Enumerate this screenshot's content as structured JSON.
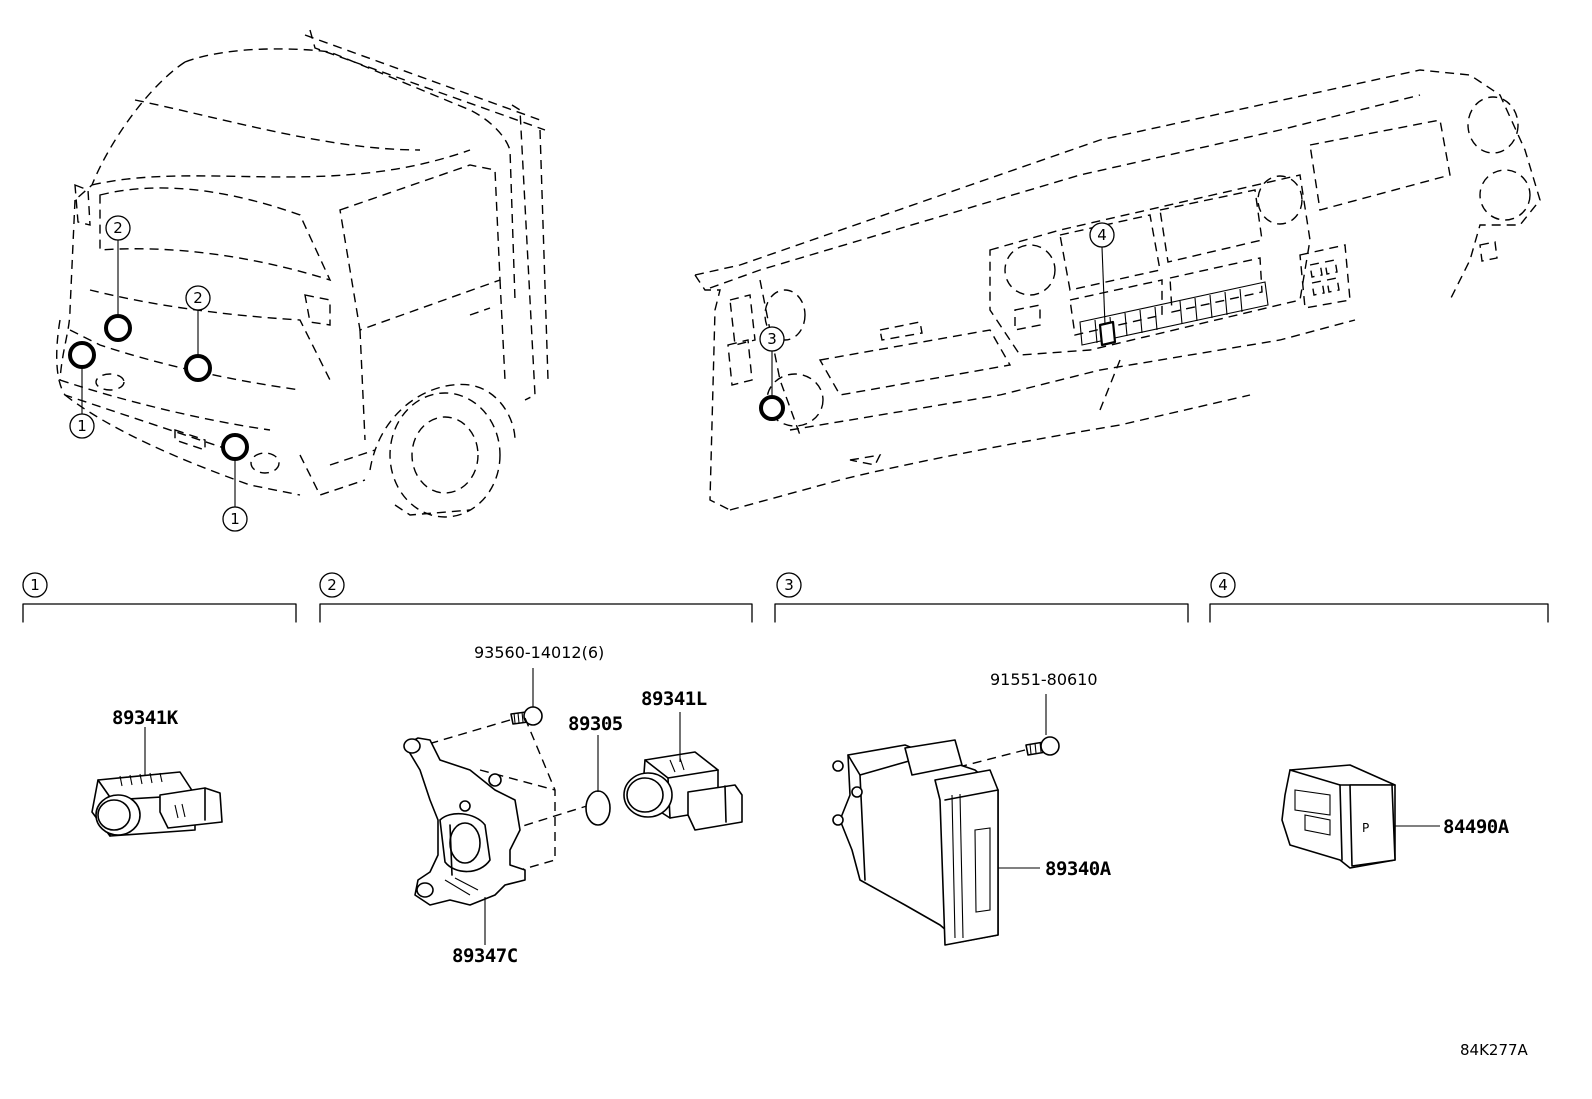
{
  "callouts": [
    "1",
    "2",
    "3",
    "4"
  ],
  "parts": {
    "sensor_front": "89341K",
    "bolt_bracket": "93560-14012(6)",
    "retainer": "89305",
    "sensor_rear": "89341L",
    "bracket": "89347C",
    "bolt_ecu": "91551-80610",
    "ecu": "89340A",
    "switch": "84490A"
  },
  "switch_face": "P",
  "figure_code": "84K277A",
  "colors": {
    "line": "#000000",
    "background": "#ffffff"
  }
}
